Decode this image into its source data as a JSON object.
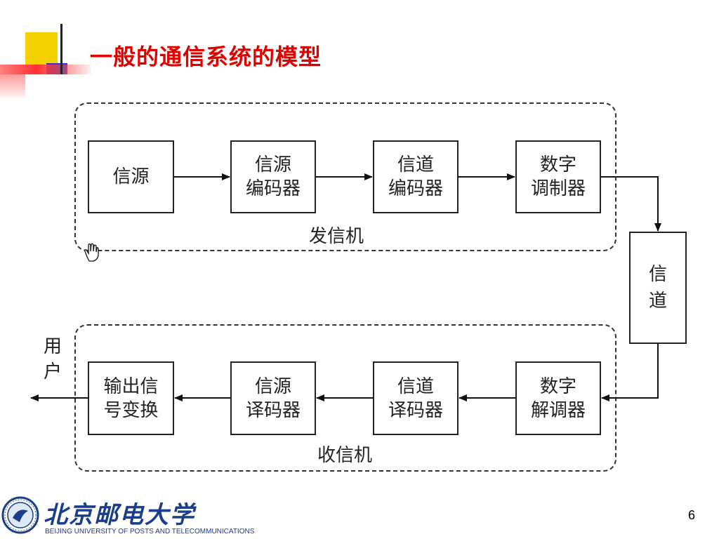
{
  "title": "一般的通信系统的模型",
  "transmitter": {
    "label": "发信机",
    "blocks": [
      {
        "line1": "信源",
        "line2": ""
      },
      {
        "line1": "信源",
        "line2": "编码器"
      },
      {
        "line1": "信道",
        "line2": "编码器"
      },
      {
        "line1": "数字",
        "line2": "调制器"
      }
    ]
  },
  "channel": {
    "label": "信道"
  },
  "receiver": {
    "label": "收信机",
    "blocks": [
      {
        "line1": "输出信",
        "line2": "号变换"
      },
      {
        "line1": "信源",
        "line2": "译码器"
      },
      {
        "line1": "信道",
        "line2": "译码器"
      },
      {
        "line1": "数字",
        "line2": "解调器"
      }
    ]
  },
  "user": {
    "label": "用户"
  },
  "footer": {
    "school_cn": "北京邮电大学",
    "school_en": "BEIJING UNIVERSITY OF POSTS AND TELECOMMUNICATIONS",
    "page_number": "6"
  },
  "colors": {
    "title": "#e00000",
    "accent_yellow": "#f5d100",
    "accent_blue": "#2a3bcc",
    "accent_red": "#ff5a5a",
    "school": "#1b3e8c"
  }
}
